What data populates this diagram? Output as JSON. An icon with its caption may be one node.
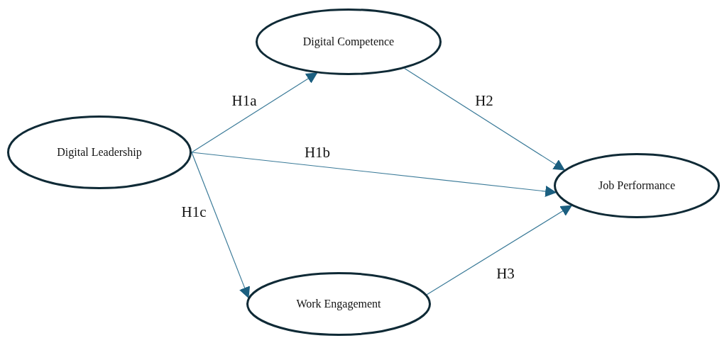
{
  "diagram": {
    "nodes": [
      {
        "text": [
          "Digital Leadership"
        ]
      },
      {
        "text": [
          "Digital Competence"
        ]
      },
      {
        "text": [
          "Job Performance"
        ]
      },
      {
        "text": [
          "Work Engagement"
        ]
      }
    ],
    "edges": [
      {
        "from": 0,
        "to": 1,
        "arrow": "to",
        "label": "H1a"
      },
      {
        "from": 0,
        "to": 2,
        "arrow": "to",
        "label": "H1b"
      },
      {
        "from": 0,
        "to": 3,
        "arrow": "to",
        "label": "H1c"
      },
      {
        "from": 1,
        "to": 2,
        "arrow": "to",
        "label": "H2"
      },
      {
        "from": 3,
        "to": 2,
        "arrow": "to",
        "label": "H3"
      }
    ]
  }
}
